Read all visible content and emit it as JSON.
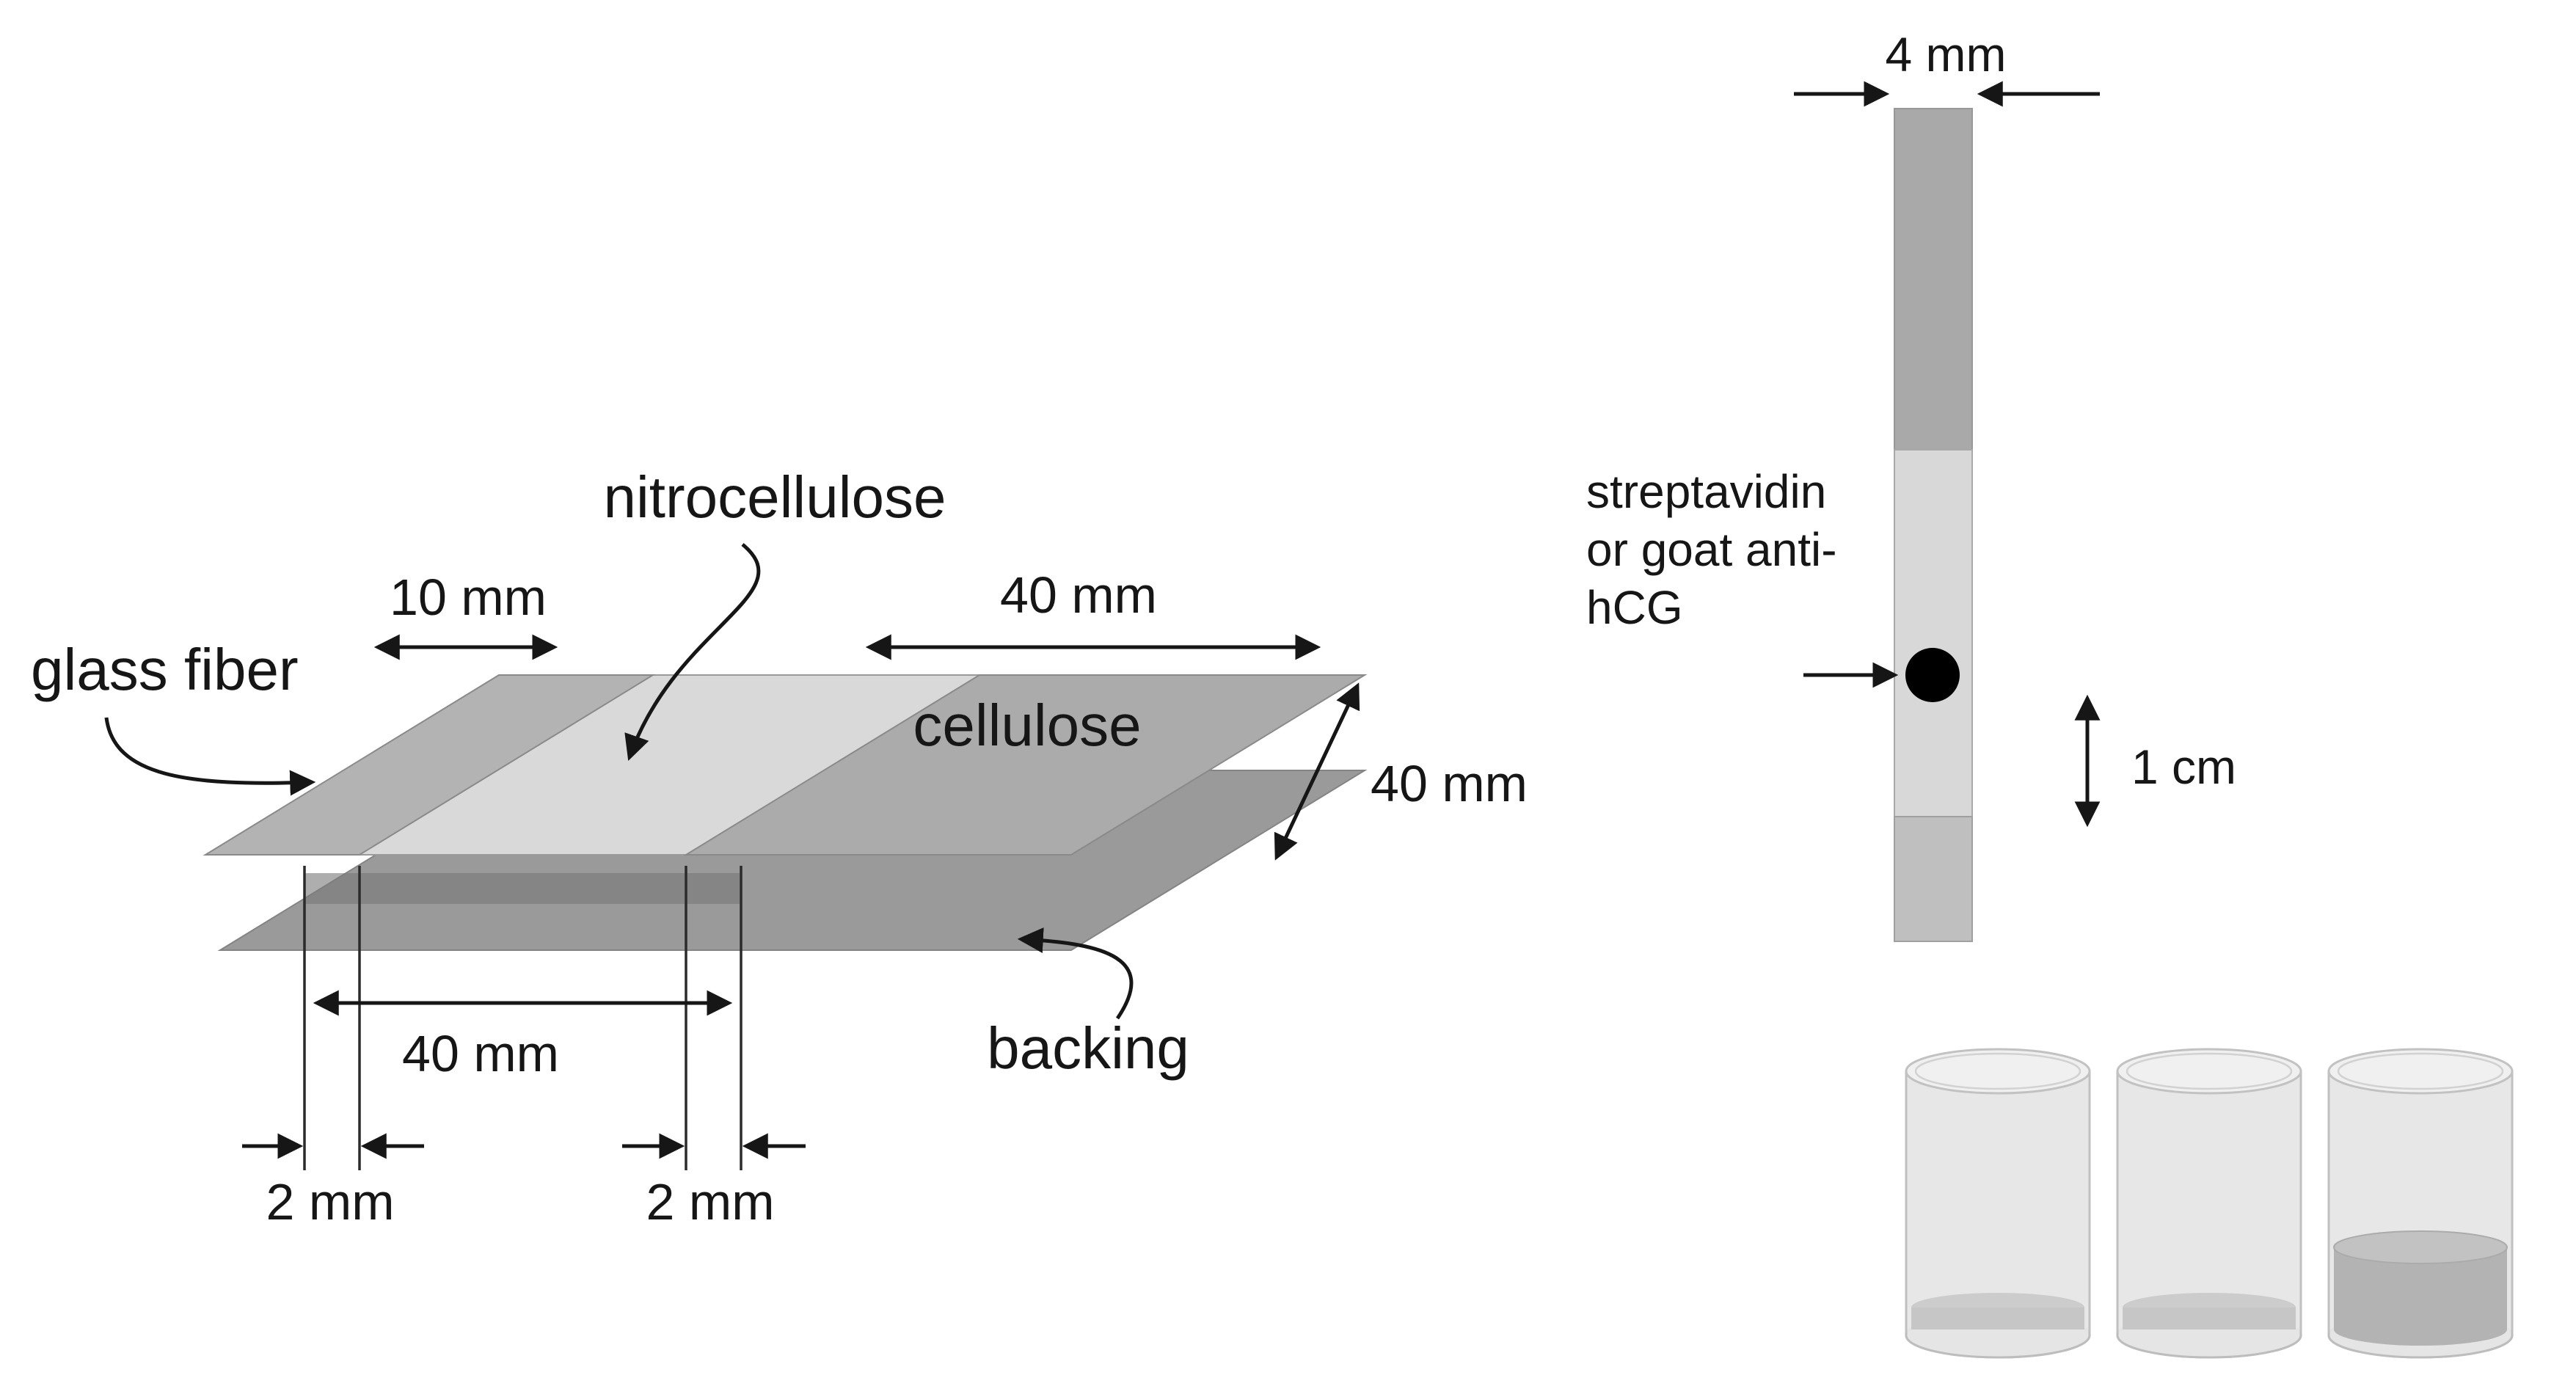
{
  "colors": {
    "background": "#ffffff",
    "backing": "#9a9a9a",
    "nitrocellulose": "#d9d9d9",
    "glass_fiber": "#b3b3b3",
    "cellulose": "#ababab",
    "strip_top_pad": "#a9a9a9",
    "strip_membrane": "#d8d8d8",
    "strip_bottom_pad": "#bfbfbf",
    "spot": "#000000",
    "cup_body": "#e6e6e6",
    "cup_liquid": "#b3b3b3",
    "line": "#161616"
  },
  "assembly": {
    "labels": {
      "nitrocellulose": "nitrocellulose",
      "glass_fiber": "glass fiber",
      "cellulose": "cellulose",
      "backing": "backing"
    },
    "dimensions": {
      "glass_fiber_width": "10 mm",
      "cellulose_width": "40 mm",
      "cellulose_depth": "40 mm",
      "nitrocellulose_width": "40 mm",
      "left_overlap": "2 mm",
      "right_overlap": "2 mm"
    }
  },
  "strip": {
    "width": "4 mm",
    "spot_label_line1": "streptavidin",
    "spot_label_line2": "or goat anti-",
    "spot_label_line3": "hCG",
    "spot_distance": "1 cm"
  }
}
